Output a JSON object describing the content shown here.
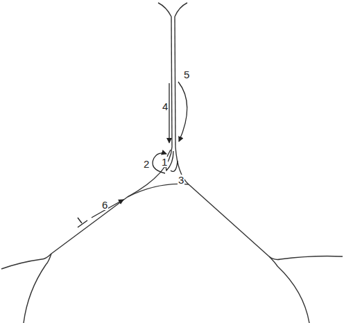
{
  "diagram": {
    "labels": [
      "4",
      "5",
      "2",
      "1",
      "3",
      "6"
    ]
  }
}
